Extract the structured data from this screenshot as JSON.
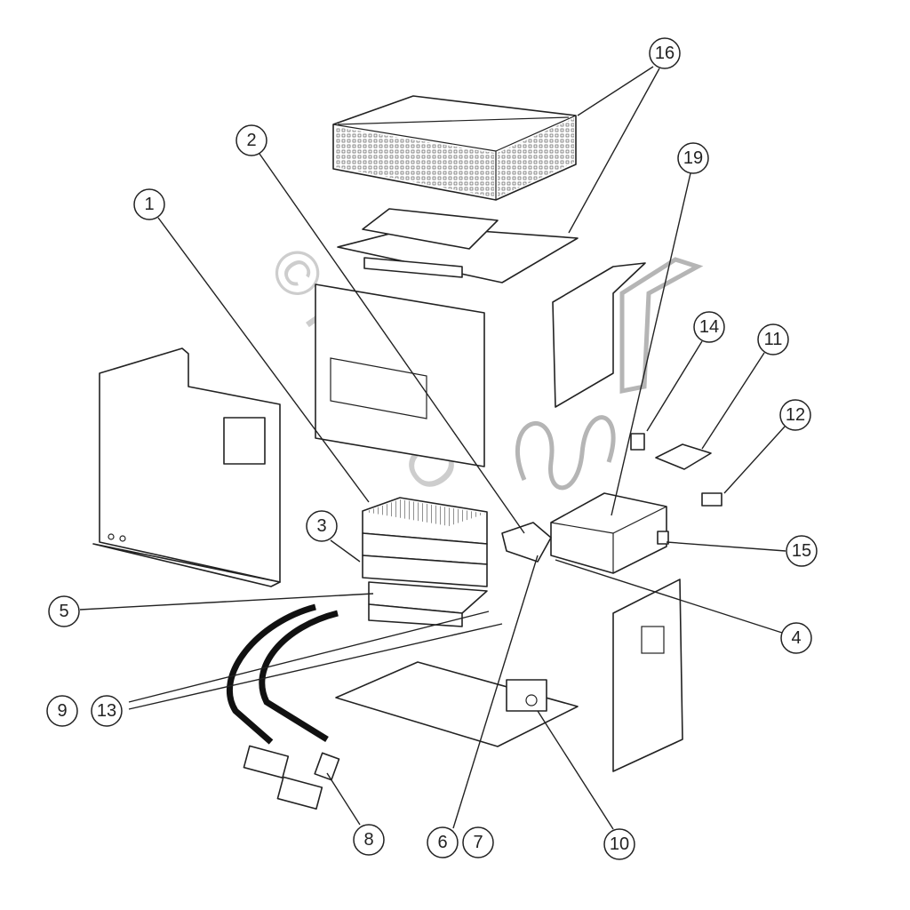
{
  "diagram": {
    "watermark": "© HASPO",
    "callouts": [
      "1",
      "2",
      "3",
      "4",
      "5",
      "6",
      "7",
      "8",
      "9",
      "10",
      "11",
      "12",
      "13",
      "14",
      "15",
      "16",
      "19"
    ]
  }
}
